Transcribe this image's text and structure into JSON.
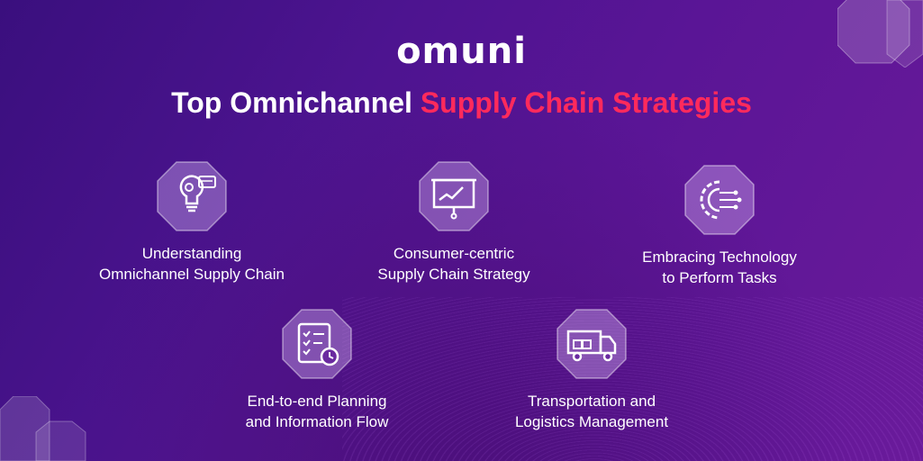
{
  "brand": {
    "logo_text": "omuni"
  },
  "headline": {
    "main": "Top Omnichannel",
    "accent": "Supply Chain Strategies"
  },
  "strategies": [
    {
      "icon": "lightbulb-gear-icon",
      "label": "Understanding\nOmnichannel Supply Chain"
    },
    {
      "icon": "presentation-chart-icon",
      "label": "Consumer-centric\nSupply Chain Strategy"
    },
    {
      "icon": "gear-circuit-icon",
      "label": "Embracing Technology\nto Perform Tasks"
    },
    {
      "icon": "checklist-clock-icon",
      "label": "End-to-end Planning\nand Information Flow"
    },
    {
      "icon": "delivery-truck-icon",
      "label": "Transportation and\nLogistics Management"
    }
  ],
  "colors": {
    "accent": "#ff2a5c",
    "background": "#4d1490",
    "text": "#ffffff"
  }
}
